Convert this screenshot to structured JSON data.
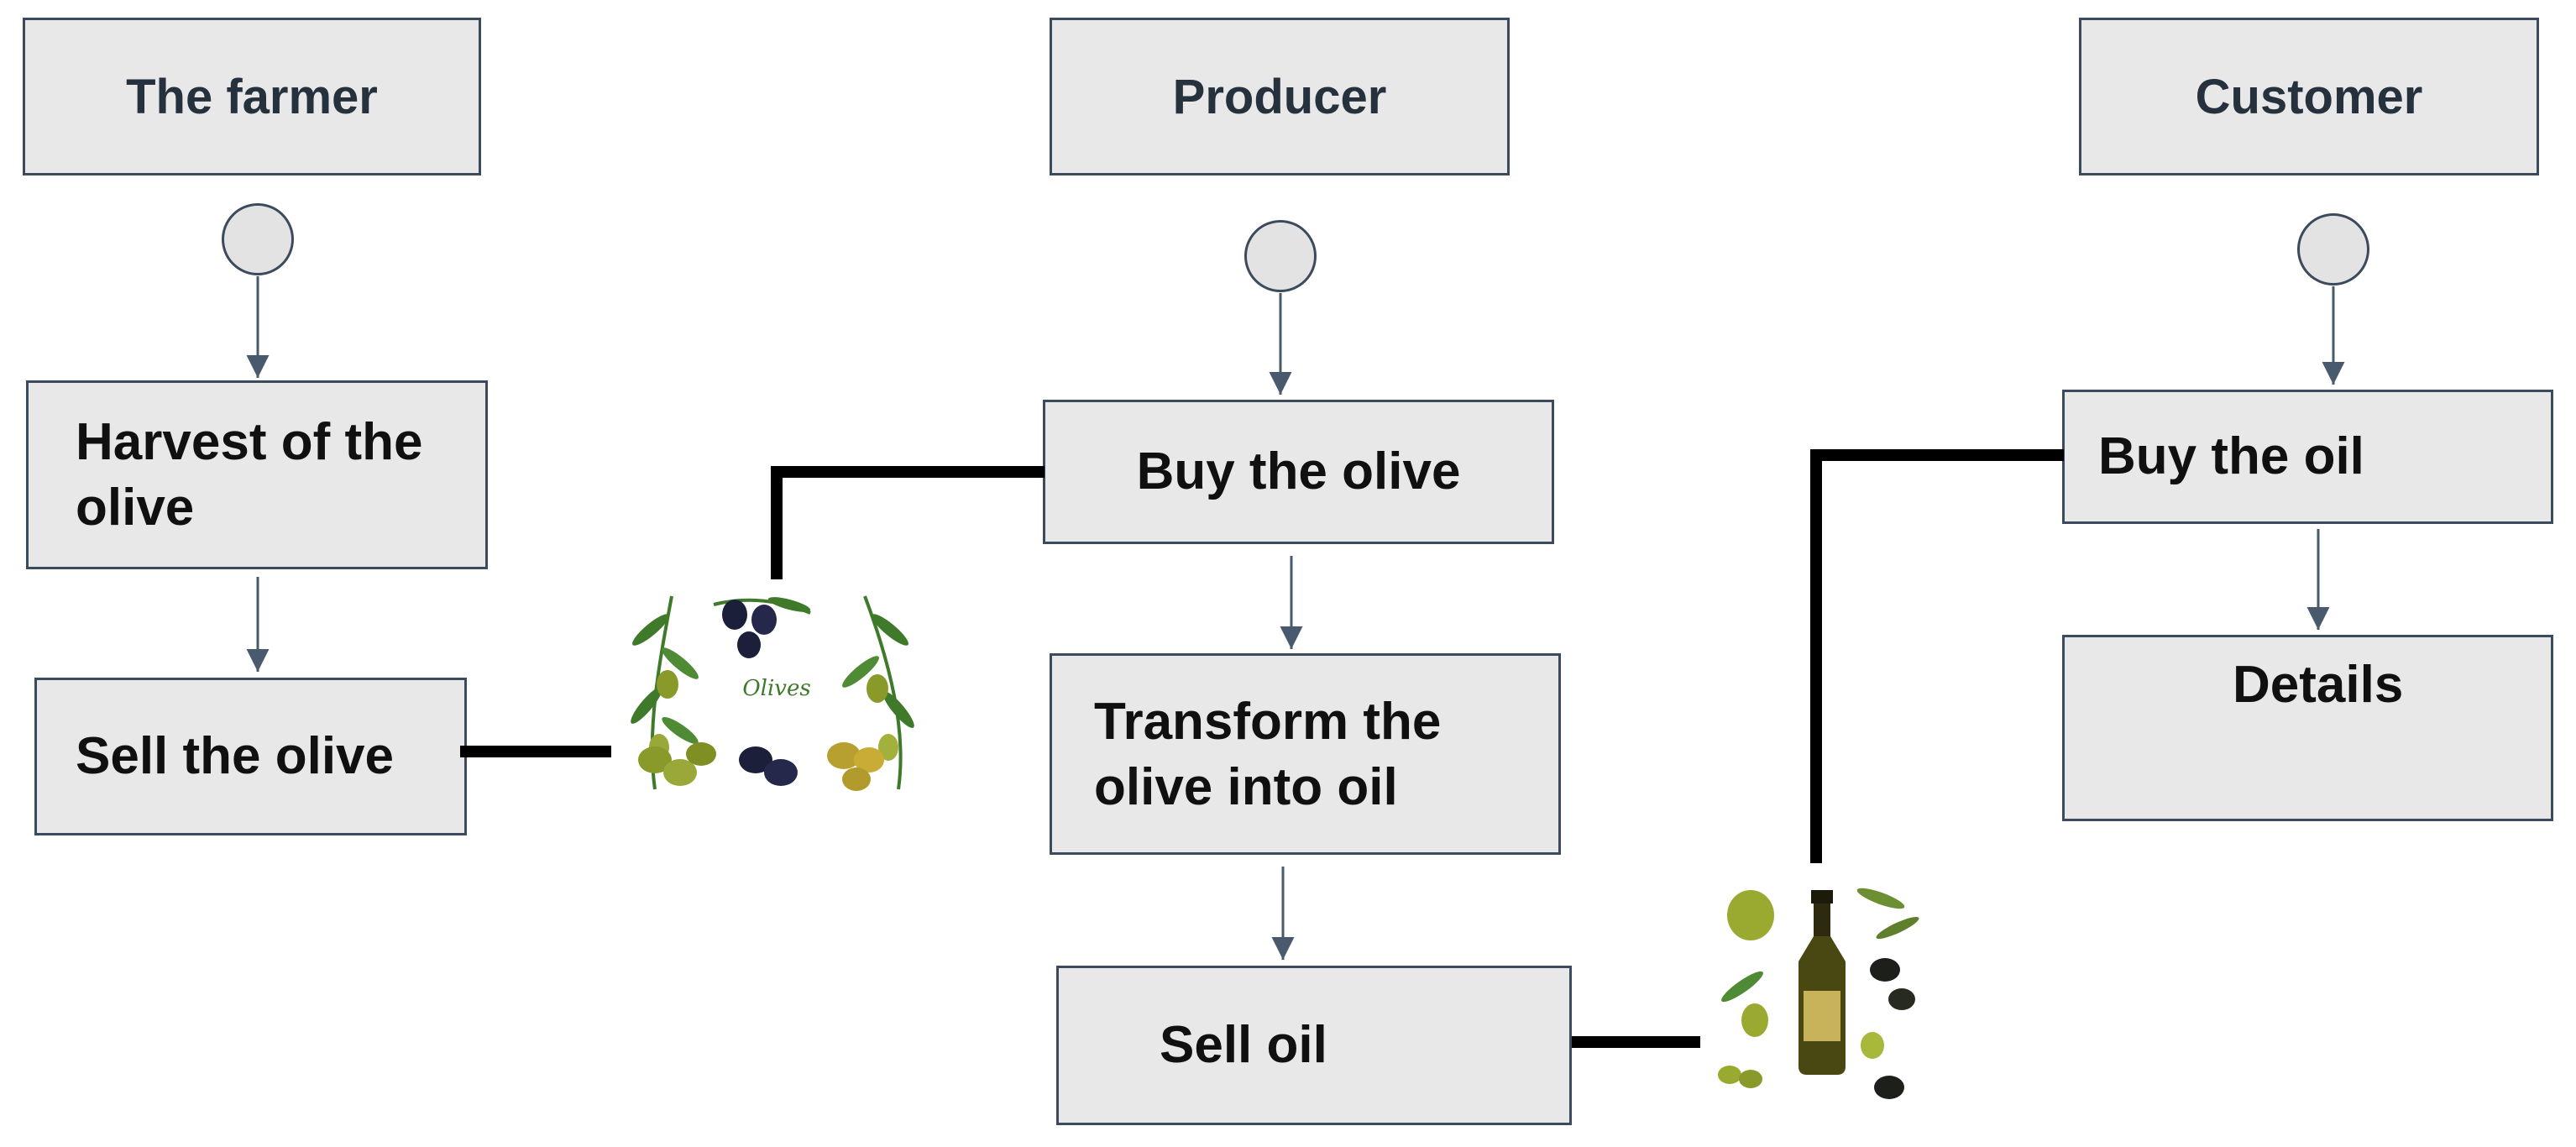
{
  "lanes": {
    "farmer": {
      "title": "The farmer",
      "steps": [
        "Harvest of the olive",
        "Sell the olive"
      ]
    },
    "producer": {
      "title": "Producer",
      "steps": [
        "Buy the olive",
        "Transform the olive into oil",
        "Sell oil"
      ]
    },
    "customer": {
      "title": "Customer",
      "steps": [
        "Buy the oil",
        "Details"
      ]
    }
  },
  "artifacts": {
    "olives_label": "Olives"
  },
  "colors": {
    "box_fill": "#e8e8e8",
    "box_border": "#3b4a5c",
    "arrow": "#4a5a6e",
    "connector": "#000000",
    "olive_green": "#8a9a2a",
    "olive_black": "#1c1f3a",
    "leaf": "#3f7a2a"
  }
}
